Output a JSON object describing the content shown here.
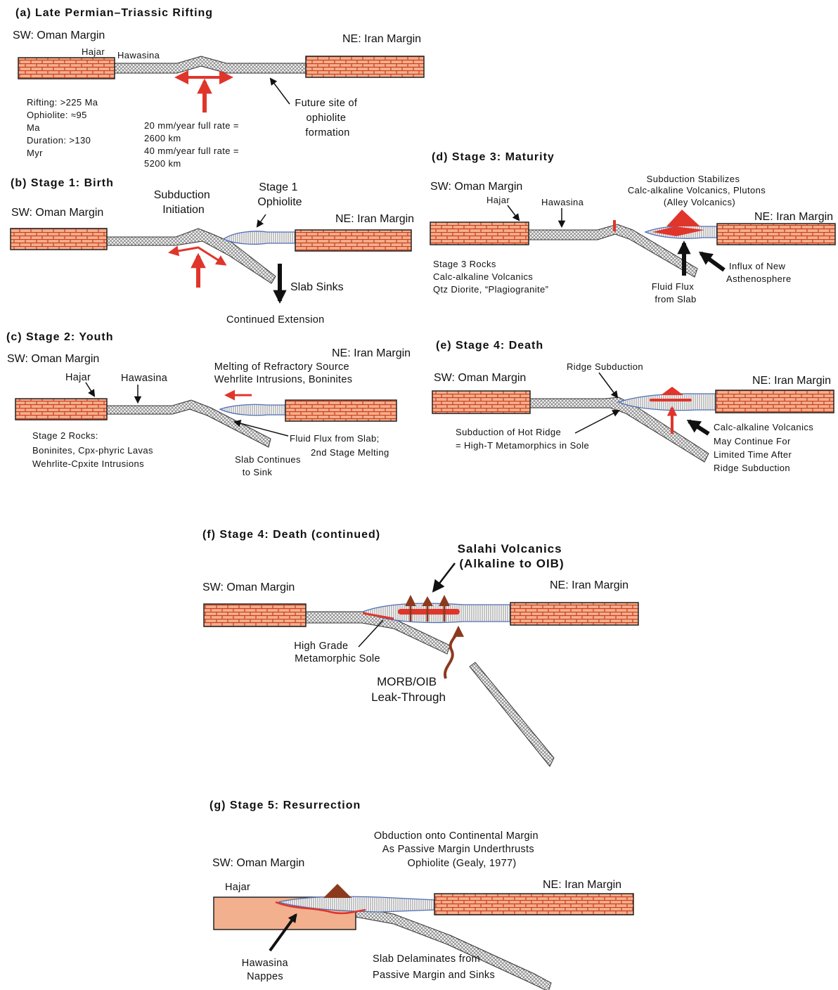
{
  "panels": {
    "a": {
      "heading": "(a) Late Permian–Triassic Rifting",
      "sw": "SW: Oman Margin",
      "ne": "NE: Iran Margin",
      "hajar": "Hajar",
      "hawasina": "Hawasina",
      "stats": [
        "Rifting: >225 Ma",
        "Ophiolite: ≈95",
        "Ma",
        "Duration: >130",
        "Myr"
      ],
      "rates": [
        "20 mm/year full rate =",
        "2600 km",
        "40 mm/year full rate =",
        "5200 km"
      ],
      "future": [
        "Future site of",
        "ophiolite",
        "formation"
      ]
    },
    "b": {
      "heading": "(b) Stage 1: Birth",
      "sw": "SW: Oman Margin",
      "ne": "NE: Iran Margin",
      "subduction": [
        "Subduction",
        "Initiation"
      ],
      "stage1": [
        "Stage 1",
        "Ophiolite"
      ],
      "slab": "Slab Sinks",
      "continued": "Continued Extension"
    },
    "c": {
      "heading": "(c) Stage 2: Youth",
      "sw": "SW: Oman Margin",
      "ne": "NE: Iran Margin",
      "hajar": "Hajar",
      "hawasina": "Hawasina",
      "melting": [
        "Melting of Refractory Source",
        "Wehrlite Intrusions, Boninites"
      ],
      "rocks": [
        "Stage 2 Rocks:",
        "Boninites, Cpx-phyric Lavas",
        "Wehrlite-Cpxite Intrusions"
      ],
      "fluid": [
        "Fluid Flux from Slab;",
        "2nd Stage Melting"
      ],
      "slab": [
        "Slab Continues",
        "to Sink"
      ]
    },
    "d": {
      "heading": "(d) Stage 3: Maturity",
      "sw": "SW: Oman Margin",
      "ne": "NE: Iran Margin",
      "hajar": "Hajar",
      "hawasina": "Hawasina",
      "stabilizes": [
        "Subduction Stabilizes",
        "Calc-alkaline Volcanics, Plutons",
        "(Alley Volcanics)"
      ],
      "rocks": [
        "Stage 3 Rocks",
        "Calc-alkaline Volcanics",
        "Qtz Diorite, “Plagiogranite”"
      ],
      "fluid": [
        "Fluid Flux",
        "from Slab"
      ],
      "influx": [
        "Influx of New",
        "Asthenosphere"
      ]
    },
    "e": {
      "heading": "(e) Stage 4: Death",
      "sw": "SW: Oman Margin",
      "ne": "NE: Iran Margin",
      "ridge": "Ridge Subduction",
      "hot": [
        "Subduction of Hot Ridge",
        "= High-T Metamorphics in Sole"
      ],
      "calc": [
        "Calc-alkaline Volcanics",
        "May Continue For",
        "Limited Time After",
        "Ridge Subduction"
      ]
    },
    "f": {
      "heading": "(f) Stage 4: Death (continued)",
      "sw": "SW: Oman Margin",
      "ne": "NE: Iran Margin",
      "salahi": [
        "Salahi Volcanics",
        "(Alkaline to OIB)"
      ],
      "sole": [
        "High Grade",
        "Metamorphic Sole"
      ],
      "morb": [
        "MORB/OIB",
        "Leak-Through"
      ]
    },
    "g": {
      "heading": "(g) Stage 5: Resurrection",
      "sw": "SW: Oman Margin",
      "ne": "NE: Iran Margin",
      "hajar": "Hajar",
      "obduction": [
        "Obduction onto Continental Margin",
        "As Passive Margin Underthrusts",
        "Ophiolite (Gealy, 1977)"
      ],
      "nappes": [
        "Hawasina",
        "Nappes"
      ],
      "delam": [
        "Slab Delaminates from",
        "Passive Margin and Sinks"
      ]
    }
  },
  "colors": {
    "brick": "#f2b08e",
    "mortar": "#cf3b1c",
    "red": "#e0352b",
    "brown": "#8b3a1e",
    "slab": "#d9d9d9",
    "ophiolite": "#4f6fb8"
  }
}
